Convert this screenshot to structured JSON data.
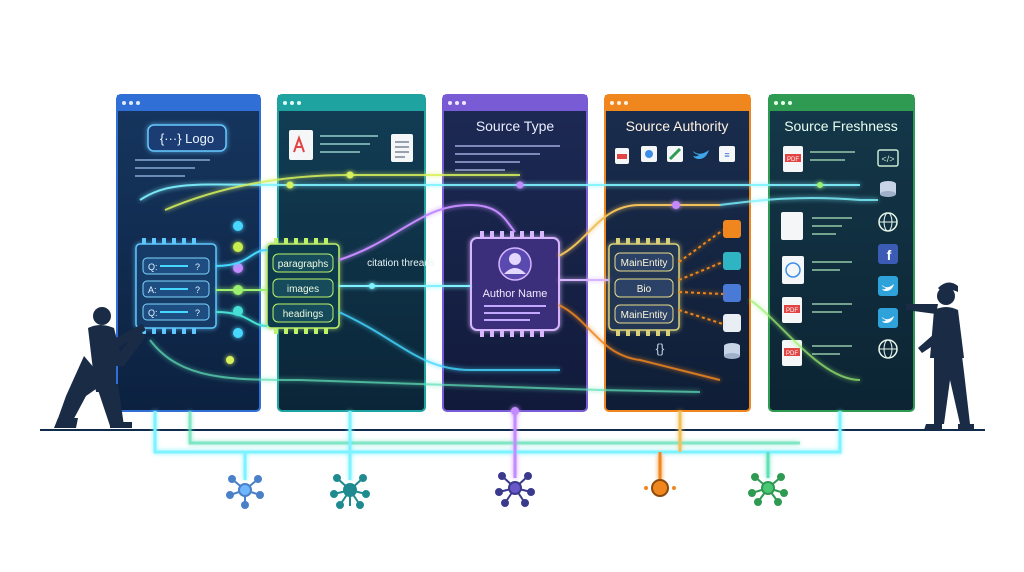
{
  "panels": [
    {
      "id": "p1",
      "title": "",
      "accent": "#2f6fd6"
    },
    {
      "id": "p2",
      "title": "",
      "accent": "#1fa3a0"
    },
    {
      "id": "p3",
      "title": "Source Type",
      "accent": "#7a5bd6"
    },
    {
      "id": "p4",
      "title": "Source Authority",
      "accent": "#f0861e"
    },
    {
      "id": "p5",
      "title": "Source Freshness",
      "accent": "#2e9a52"
    }
  ],
  "panel1": {
    "logo_text": "{···} Logo",
    "rows": [
      "Q:",
      "A:",
      "Q:"
    ],
    "row_marks": [
      "?",
      "?",
      "?"
    ]
  },
  "panel2": {
    "chips": [
      "paragraphs",
      "images",
      "headings"
    ],
    "citation_label": "citation threads"
  },
  "panel3": {
    "author_label": "Author Name"
  },
  "panel4": {
    "chips": [
      "MainEntity",
      "Bio",
      "MainEntity"
    ],
    "code_glyph": "{}"
  },
  "panel5": {
    "doc_labels": [
      "PDF",
      "PDF",
      "PDF"
    ],
    "code_glyph": "</>"
  },
  "colors": {
    "navy": "#0f2a4a",
    "glow_cyan": "#7ef3ff",
    "yellow_green": "#d7f15c",
    "figure": "#1a2b45"
  }
}
